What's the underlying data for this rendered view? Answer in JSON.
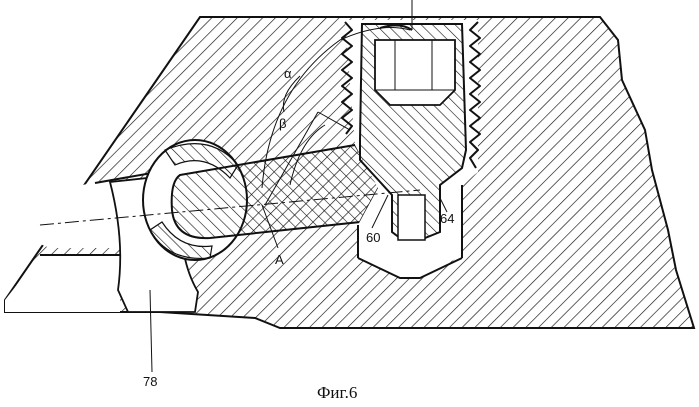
{
  "figure": {
    "caption": "Фиг.6",
    "labels": {
      "alpha": "α",
      "beta": "β",
      "point_a": "A",
      "ref_60": "60",
      "ref_64": "64",
      "ref_78": "78"
    }
  }
}
